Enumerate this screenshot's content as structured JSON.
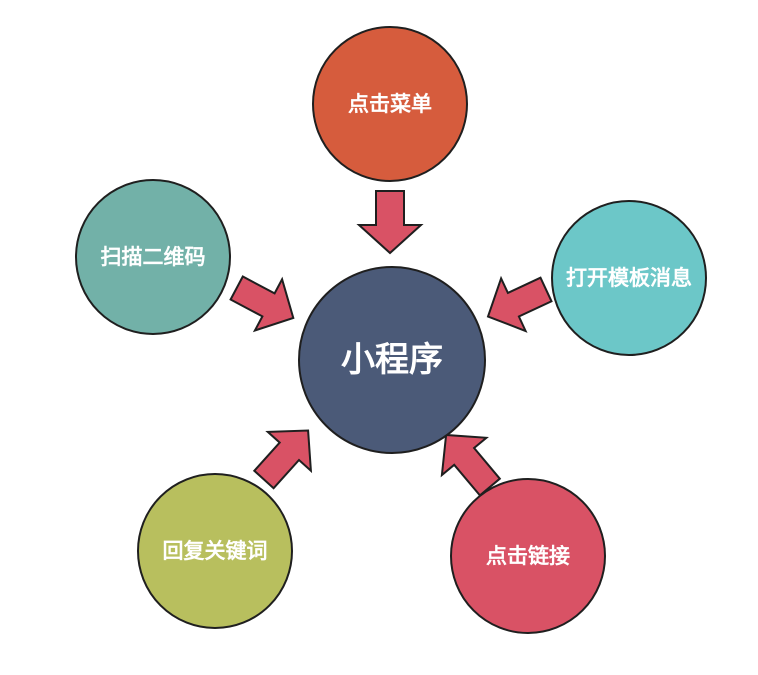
{
  "diagram": {
    "center": {
      "label": "小程序",
      "color": "#4b5a78"
    },
    "nodes": [
      {
        "id": "menu",
        "label": "点击菜单",
        "color": "#d65c3d"
      },
      {
        "id": "template",
        "label": "打开模板消息",
        "color": "#6cc7c8"
      },
      {
        "id": "link",
        "label": "点击链接",
        "color": "#d95265"
      },
      {
        "id": "keyword",
        "label": "回复关键词",
        "color": "#b8bf5e"
      },
      {
        "id": "qrcode",
        "label": "扫描二维码",
        "color": "#72b1a8"
      }
    ],
    "arrow_color": "#d95265",
    "edge_color": "#1f1f1f"
  }
}
